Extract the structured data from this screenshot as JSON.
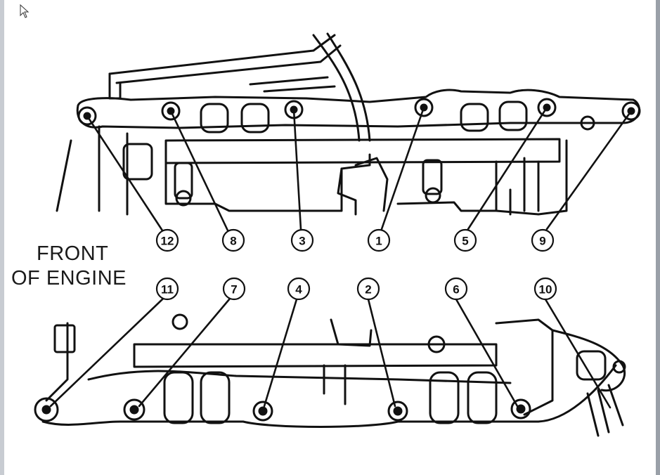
{
  "window": {
    "cursor_icon": "mouse-pointer-icon"
  },
  "diagram": {
    "label_line1": "FRONT",
    "label_line2": "OF ENGINE",
    "upper_callouts": [
      "12",
      "8",
      "3",
      "1",
      "5",
      "9"
    ],
    "lower_callouts": [
      "11",
      "7",
      "4",
      "2",
      "6",
      "10"
    ]
  }
}
